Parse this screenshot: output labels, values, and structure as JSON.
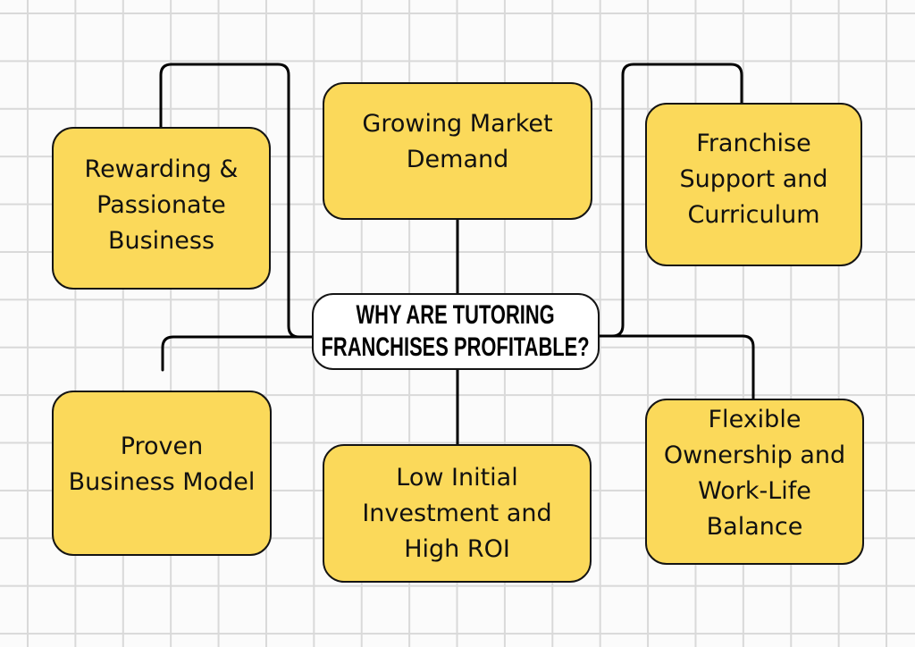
{
  "colors": {
    "background": "#FBFBFB",
    "grid_line": "#D9D9D9",
    "node_fill": "#FBD95A",
    "node_border": "#141414",
    "connector": "#000000",
    "center_fill": "#FFFFFF",
    "text": "#111111"
  },
  "diagram": {
    "center": {
      "label_lines": [
        "WHY ARE TUTORING",
        "FRANCHISES PROFITABLE?"
      ]
    },
    "nodes": [
      {
        "id": "rewarding-passionate-business",
        "label_lines": [
          "Rewarding &",
          "Passionate",
          "Business"
        ]
      },
      {
        "id": "growing-market-demand",
        "label_lines": [
          "Growing Market",
          "Demand"
        ]
      },
      {
        "id": "franchise-support-curriculum",
        "label_lines": [
          "Franchise",
          "Support and",
          "Curriculum"
        ]
      },
      {
        "id": "proven-business-model",
        "label_lines": [
          "Proven",
          "Business Model"
        ]
      },
      {
        "id": "low-investment-high-roi",
        "label_lines": [
          "Low Initial",
          "Investment and",
          "High ROI"
        ]
      },
      {
        "id": "flexible-ownership-balance",
        "label_lines": [
          "Flexible",
          "Ownership and",
          "Work-Life",
          "Balance"
        ]
      }
    ]
  }
}
